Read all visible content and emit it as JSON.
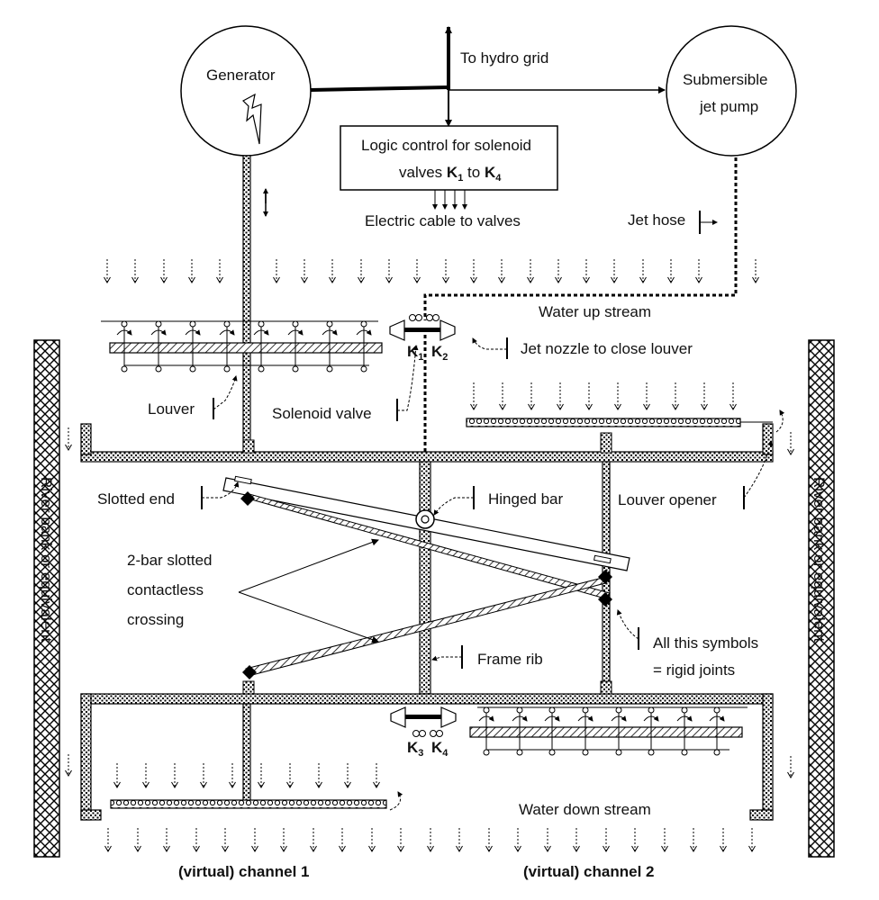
{
  "labels": {
    "generator": "Generator",
    "to_hydro_grid": "To hydro grid",
    "pump_line1": "Submersible",
    "pump_line2": "jet pump",
    "logic_line1": "Logic control for solenoid",
    "logic_line2_a": "valves ",
    "logic_k1": "K",
    "logic_k1_sub": "1",
    "logic_to": " to ",
    "logic_k4": "K",
    "logic_k4_sub": "4",
    "electric_cable": "Electric cable to valves",
    "jet_hose": "Jet hose",
    "water_up": "Water up stream",
    "k1": "K",
    "k1_sub": "1",
    "k2": "K",
    "k2_sub": "2",
    "jet_nozzle": "Jet nozzle to close louver",
    "louver": "Louver",
    "solenoid_valve": "Solenoid valve",
    "slotted_end": "Slotted end",
    "hinged_bar": "Hinged bar",
    "louver_opener": "Louver opener",
    "crossing_line1": "2-bar slotted",
    "crossing_line2": "contactless",
    "crossing_line3": "crossing",
    "symbols_line1": "All this symbols",
    "symbols_line2": "= rigid joints",
    "frame_rib": "Frame rib",
    "river_bank": "River bank or equivalent",
    "k3": "K",
    "k3_sub": "3",
    "k4": "K",
    "k4_sub": "4",
    "water_down": "Water down stream",
    "channel1": "(virtual) channel 1",
    "channel2": "(virtual) channel 2"
  },
  "colors": {
    "line": "#000000",
    "background": "#ffffff"
  }
}
